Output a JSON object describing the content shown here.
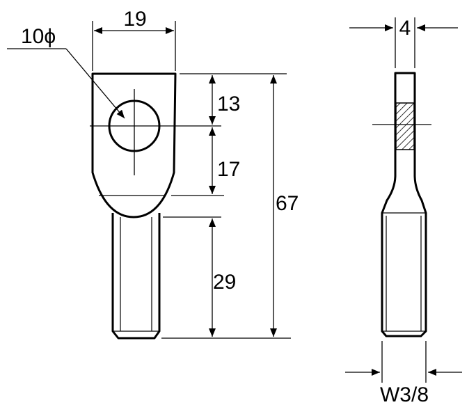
{
  "dimensions": {
    "head_width": "19",
    "hole_diameter": "10ϕ",
    "head_top_to_hole": "13",
    "hole_to_shoulder": "17",
    "overall_length": "67",
    "thread_length": "29",
    "thickness": "4",
    "thread_size": "W3/8"
  },
  "colors": {
    "line": "#000000",
    "background": "#ffffff"
  }
}
